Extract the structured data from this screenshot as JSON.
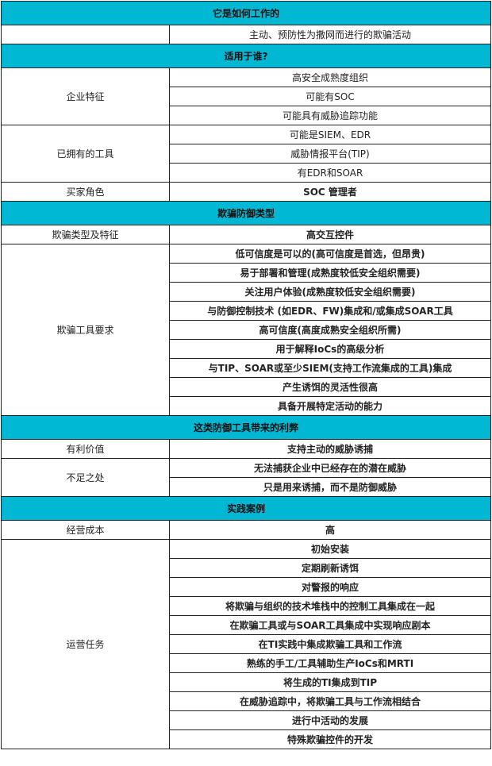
{
  "accent_color": "#00b8d4",
  "sections": [
    {
      "title": "它是如何工作的",
      "groups": [
        {
          "label": "",
          "items": [
            "主动、预防性为撒网而进行的欺骗活动"
          ]
        }
      ]
    },
    {
      "title": "适用于谁?",
      "groups": [
        {
          "label": "企业特征",
          "items": [
            "高安全成熟度组织",
            "可能有SOC",
            "可能具有威胁追踪功能"
          ]
        },
        {
          "label": "已拥有的工具",
          "items": [
            "可能是SIEM、EDR",
            "威胁情报平台(TIP)",
            "有EDR和SOAR"
          ]
        },
        {
          "label": "买家角色",
          "items": [
            "SOC 管理者"
          ],
          "bold": true
        }
      ]
    },
    {
      "title": "欺骗防御类型",
      "groups": [
        {
          "label": "欺骗类型及特征",
          "items": [
            "高交互控件"
          ],
          "bold": true
        },
        {
          "label": "欺骗工具要求",
          "items": [
            "低可信度是可以的(高可信度是首选，但昂贵)",
            "易于部署和管理(成熟度较低安全组织需要)",
            "关注用户体验(成熟度较低安全组织需要)",
            "与防御控制技术 (如EDR、FW)集成和/或集成SOAR工具",
            "高可信度(高度成熟安全组织所需)",
            "用于解释IoCs的高级分析",
            "与TIP、SOAR或至少SIEM(支持工作流集成的工具)集成",
            "产生诱饵的灵活性很高",
            "具备开展特定活动的能力"
          ],
          "bold": true
        }
      ]
    },
    {
      "title": "这类防御工具带来的利弊",
      "groups": [
        {
          "label": "有利价值",
          "items": [
            "支持主动的威胁诱捕"
          ],
          "bold": true
        },
        {
          "label": "不足之处",
          "items": [
            "无法捕获企业中已经存在的潜在威胁",
            "只是用来诱捕，而不是防御威胁"
          ],
          "bold": true
        }
      ]
    },
    {
      "title": "实践案例",
      "groups": [
        {
          "label": "经营成本",
          "items": [
            "高"
          ],
          "bold": true
        },
        {
          "label": "运营任务",
          "items": [
            "初始安装",
            "定期刷新诱饵",
            "对警报的响应",
            "将欺骗与组织的技术堆栈中的控制工具集成在一起",
            "在欺骗工具或与SOAR工具集成中实现响应剧本",
            "在TI实践中集成欺骗工具和工作流",
            "熟练的手工/工具辅助生产IoCs和MRTI",
            "将生成的TI集成到TIP",
            "在威胁追踪中，将欺骗工具与工作流相结合",
            "进行中活动的发展",
            "特殊欺骗控件的开发"
          ],
          "bold": true
        }
      ]
    }
  ]
}
